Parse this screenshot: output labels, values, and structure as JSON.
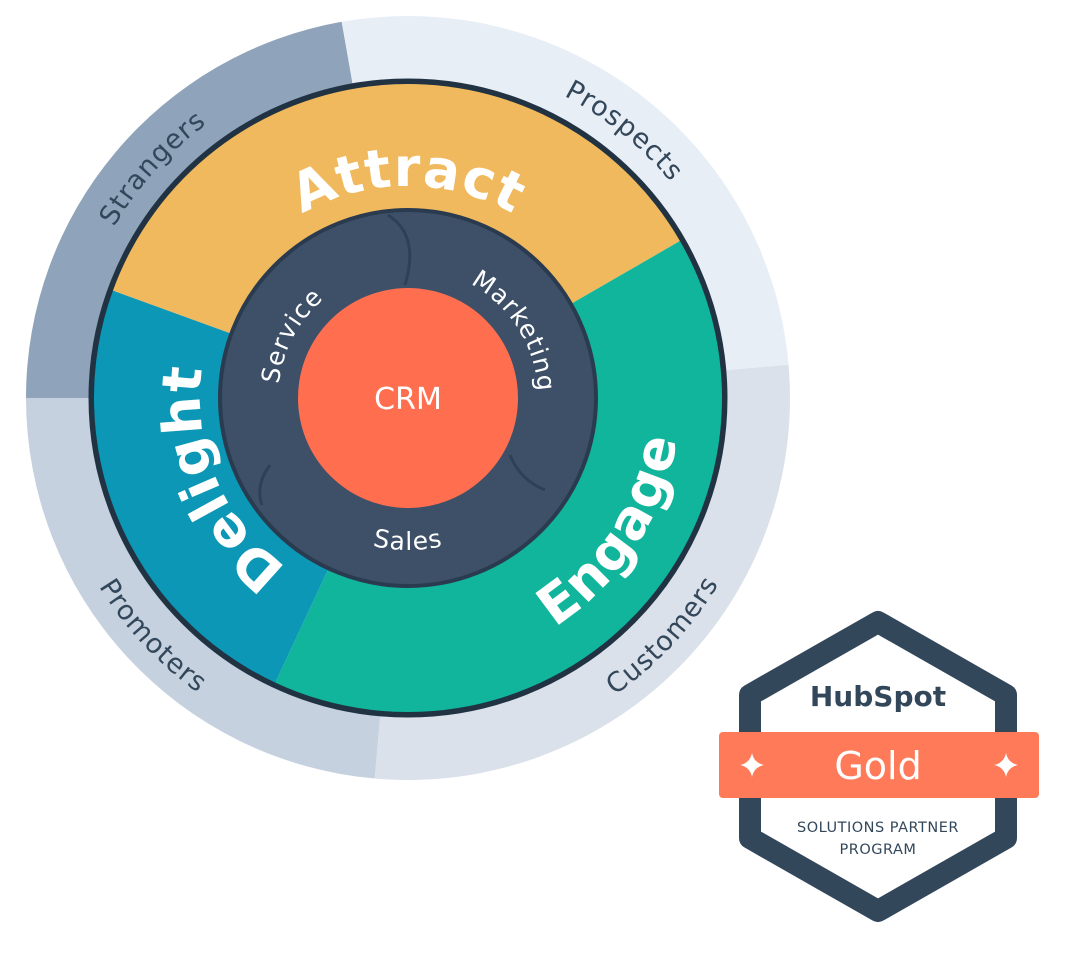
{
  "flywheel": {
    "outer_ring": [
      {
        "label": "Strangers",
        "color": "#8fa3ba"
      },
      {
        "label": "Prospects",
        "color": "#e8eef6"
      },
      {
        "label": "Customers",
        "color": "#dbe1ea"
      },
      {
        "label": "Promoters",
        "color": "#c5d1df"
      }
    ],
    "middle_ring": [
      {
        "label": "Attract",
        "color": "#f0b95d"
      },
      {
        "label": "Engage",
        "color": "#10b59c"
      },
      {
        "label": "Delight",
        "color": "#0b97b5"
      }
    ],
    "inner_ring": {
      "color": "#3d5068",
      "labels": [
        "Service",
        "Marketing",
        "Sales"
      ]
    },
    "center": {
      "label": "CRM",
      "color": "#ff6f4f"
    }
  },
  "badge": {
    "brand": "HubSpot",
    "tier": "Gold",
    "line1": "SOLUTIONS PARTNER",
    "line2": "PROGRAM",
    "frame_color": "#33475b",
    "band_color": "#ff7a59"
  }
}
